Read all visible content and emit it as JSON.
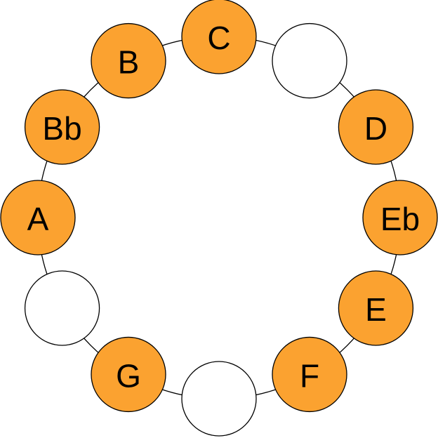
{
  "colors": {
    "filled": "#FBA230",
    "empty": "#FFFFFF",
    "stroke": "#000000"
  },
  "nodes": [
    {
      "label": "C",
      "filled": true
    },
    {
      "label": "",
      "filled": false
    },
    {
      "label": "D",
      "filled": true
    },
    {
      "label": "Eb",
      "filled": true
    },
    {
      "label": "E",
      "filled": true
    },
    {
      "label": "F",
      "filled": true
    },
    {
      "label": "",
      "filled": false
    },
    {
      "label": "G",
      "filled": true
    },
    {
      "label": "",
      "filled": false
    },
    {
      "label": "A",
      "filled": true
    },
    {
      "label": "Bb",
      "filled": true
    },
    {
      "label": "B",
      "filled": true
    }
  ]
}
